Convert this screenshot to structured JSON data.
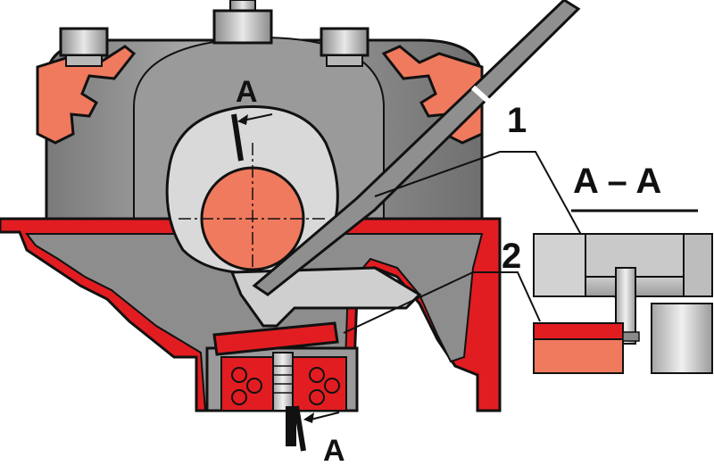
{
  "labels": {
    "section_top": "A",
    "section_bottom": "A",
    "callout_1": "1",
    "callout_2": "2",
    "section_title": "A – A"
  },
  "colors": {
    "casting_red": "#e11d21",
    "cut_salmon": "#f07a5e",
    "metal_grey": "#9a9a9a",
    "metal_light": "#d8d8d8",
    "outline": "#111111"
  }
}
